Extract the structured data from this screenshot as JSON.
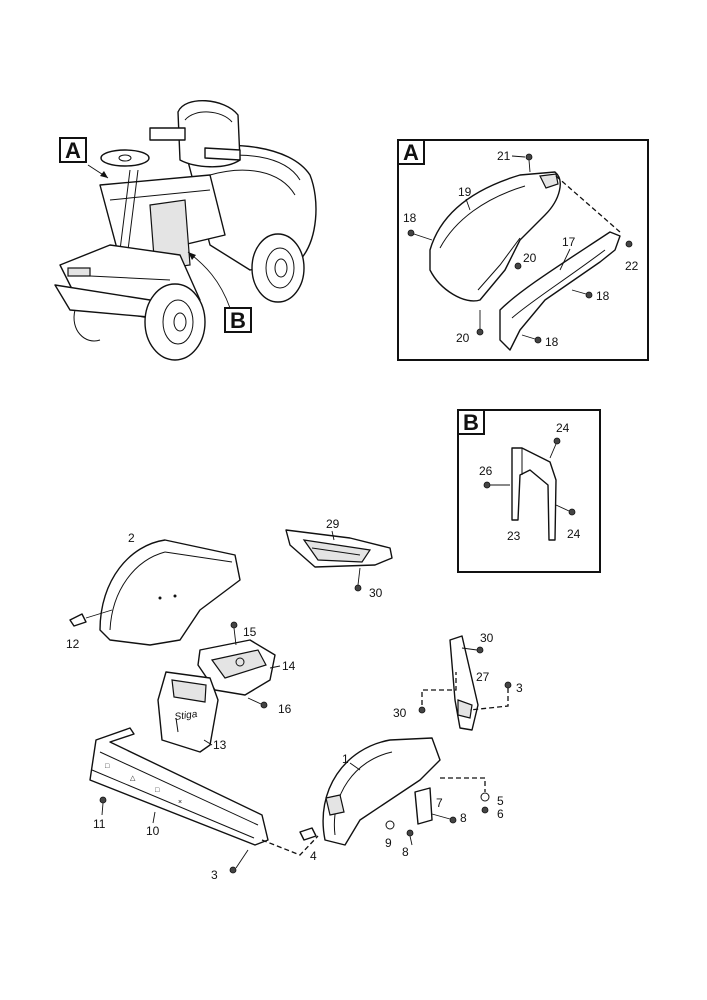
{
  "frames": {
    "overview_a": "A",
    "overview_b": "B",
    "detail_a": "A",
    "detail_b": "B"
  },
  "callouts": {
    "n1": "1",
    "n2": "2",
    "n3a": "3",
    "n3b": "3",
    "n4": "4",
    "n5": "5",
    "n6": "6",
    "n7": "7",
    "n8a": "8",
    "n8b": "8",
    "n9": "9",
    "n10": "10",
    "n11": "11",
    "n12": "12",
    "n13": "13",
    "n14": "14",
    "n15": "15",
    "n16": "16",
    "n17": "17",
    "n18a": "18",
    "n18b": "18",
    "n18c": "18",
    "n19": "19",
    "n20a": "20",
    "n20b": "20",
    "n21": "21",
    "n22": "22",
    "n23": "23",
    "n24a": "24",
    "n24b": "24",
    "n26": "26",
    "n27": "27",
    "n29": "29",
    "n30a": "30",
    "n30b": "30",
    "n30c": "30"
  },
  "logos": {
    "hood_brand": "Stiga"
  }
}
